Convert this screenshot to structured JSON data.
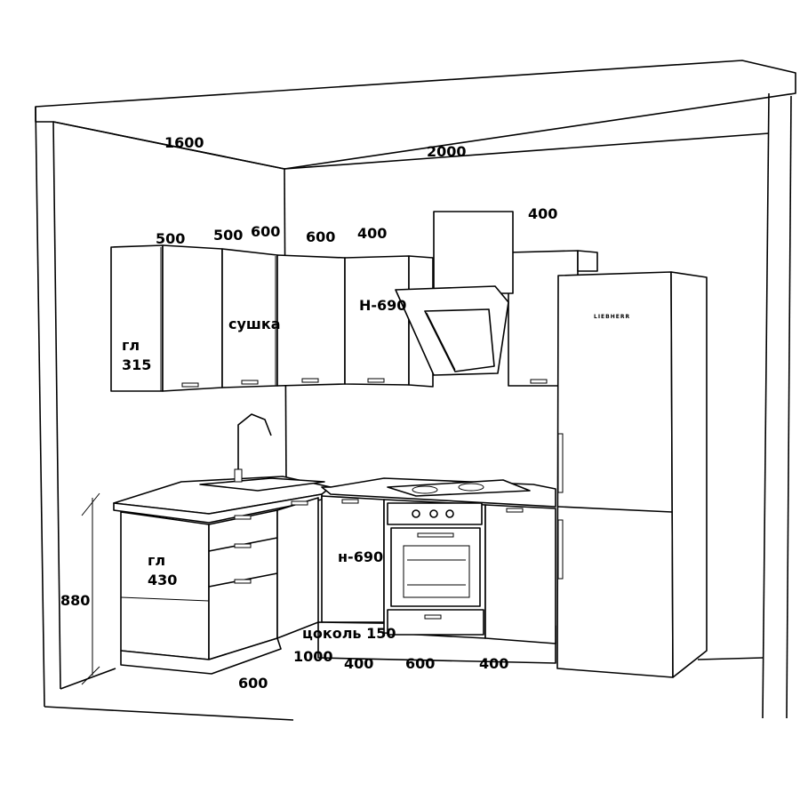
{
  "dimensions": {
    "left_wall_length": "1600",
    "back_wall_length": "2000",
    "upper_500_a": "500",
    "upper_500_b": "500",
    "upper_600_a": "600",
    "upper_600_b": "600",
    "upper_400": "400",
    "upper_right_400": "400",
    "total_height": "880",
    "bottom_600_left": "600",
    "bottom_1000": "1000",
    "bottom_400_a": "400",
    "bottom_600_oven": "600",
    "bottom_400_b": "400"
  },
  "labels": {
    "upper_depth_word": "гл",
    "upper_depth_value": "315",
    "dryer": "сушка",
    "upper_height": "Н-690",
    "lower_depth_word": "гл",
    "lower_depth_value": "430",
    "lower_height": "н-690",
    "plinth": "цоколь 150"
  },
  "fridge_brand": "LIEBHERR"
}
